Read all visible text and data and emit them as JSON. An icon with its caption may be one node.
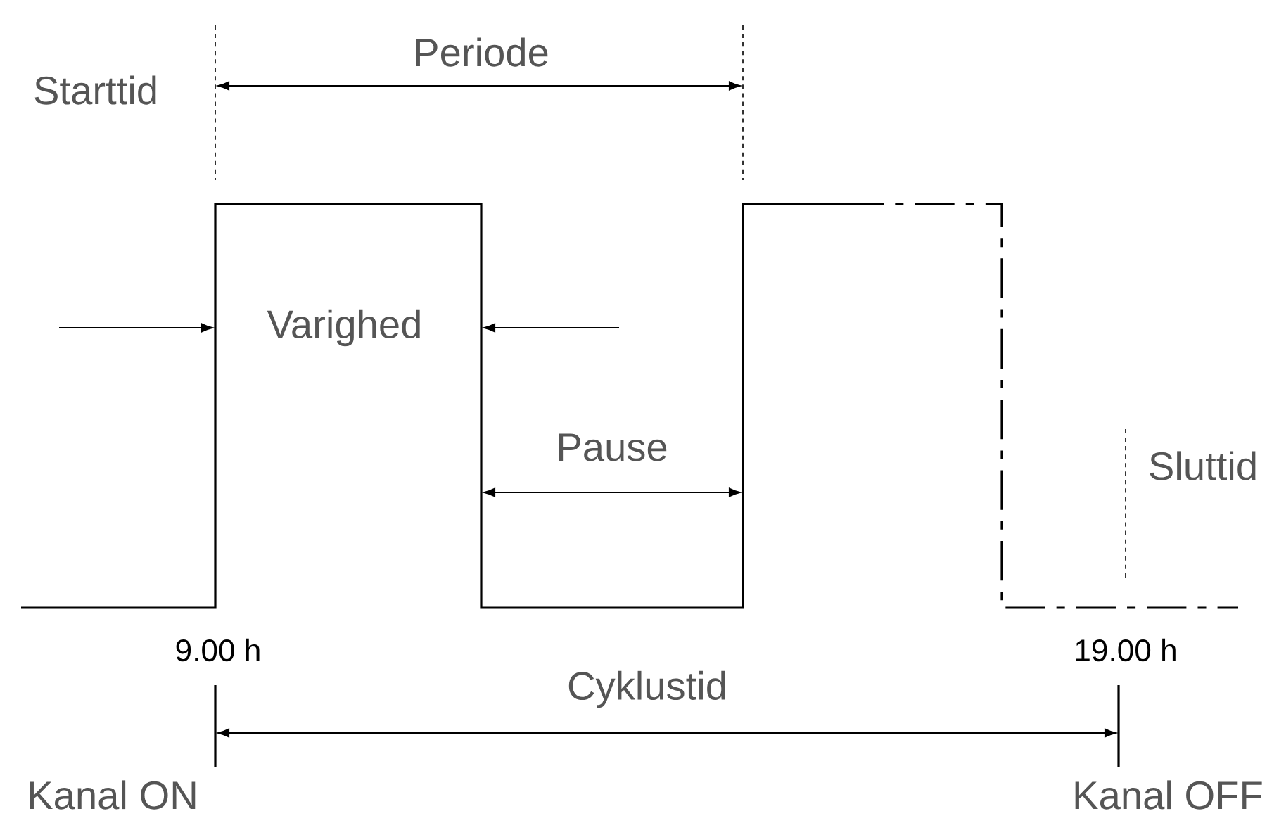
{
  "diagram": {
    "labels": [
      "Periode",
      "Starttid",
      "Varighed",
      "Pause",
      "Sluttid",
      "9.00 h",
      "19.00 h",
      "Cyklustid",
      "Kanal ON",
      "Kanal OFF"
    ]
  }
}
